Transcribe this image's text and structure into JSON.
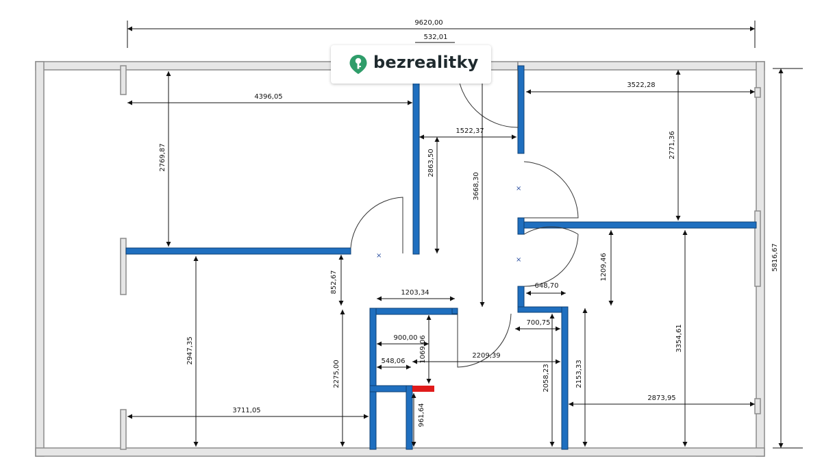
{
  "brand": {
    "name": "bezrealitky",
    "accent_color": "#2f9d6a",
    "icon": "location-key-icon"
  },
  "colors": {
    "outer_wall": "#9a9a9a",
    "inner_wall": "#1f6fbf",
    "highlight": "#e01b1b",
    "dimension_line": "#111111"
  },
  "dimensions": {
    "total_width": "9620,00",
    "top_segment": "532,01",
    "room1_width": "4396,05",
    "room1_height": "2769,87",
    "room2_width": "3522,28",
    "room2_height": "2771,36",
    "hall_width": "1522,37",
    "hall_wall_height": "2863,50",
    "hall_height": "3668,30",
    "total_height": "5816,67",
    "door_offset": "852,67",
    "bath_width": "1203,34",
    "room3_height": "2947,35",
    "bath_height": "2275,00",
    "bath_inner_width": "900,00",
    "bath_inner_height": "1069,06",
    "wc_width": "548,06",
    "hall_passage": "2209,39",
    "room3_width": "3711,05",
    "wc_height": "961,64",
    "closet_width": "648,70",
    "closet_depth": "700,75",
    "room4_gap": "1209,46",
    "room4_height": "3354,61",
    "closet_height": "2058,23",
    "closet_height2": "2153,33",
    "room4_width": "2873,95"
  }
}
